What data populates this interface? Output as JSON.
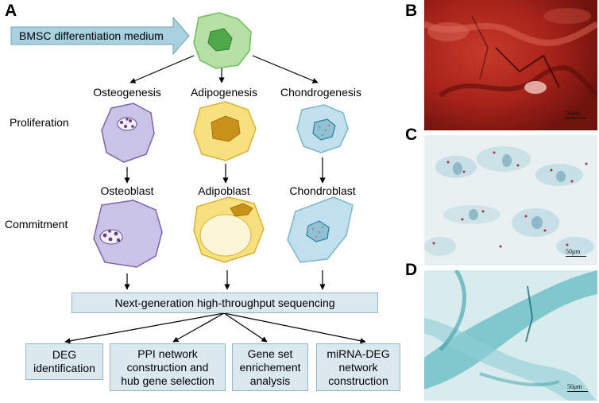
{
  "panels": {
    "a": "A",
    "b": "B",
    "c": "C",
    "d": "D"
  },
  "input_label": "BMSC differentiation medium",
  "lineages": {
    "osteo": {
      "process": "Osteogenesis",
      "stage": "Osteoblast"
    },
    "adipo": {
      "process": "Adipogenesis",
      "stage": "Adipoblast"
    },
    "chondro": {
      "process": "Chondrogenesis",
      "stage": "Chondroblast"
    }
  },
  "row_labels": {
    "proliferation": "Proliferation",
    "commitment": "Commitment"
  },
  "sequencing_label": "Next-generation high-throughput sequencing",
  "analyses": [
    {
      "l1": "DEG",
      "l2": "identification",
      "l3": ""
    },
    {
      "l1": "PPI network",
      "l2": "construction and",
      "l3": "hub gene selection"
    },
    {
      "l1": "Gene set",
      "l2": "enrichement",
      "l3": "analysis"
    },
    {
      "l1": "miRNA-DEG",
      "l2": "network",
      "l3": "construction"
    }
  ],
  "scale_bars": {
    "b": "50μm",
    "c": "50μm",
    "d": "50μm"
  },
  "colors": {
    "arrow_fill": "#a9d0df",
    "box_fill": "#dbe9ef",
    "stem_cell": "#b6dfa6",
    "osteo_cell": "#c9c4e6",
    "adipo_cell": "#f6e07f",
    "chondro_cell": "#bfe0ec"
  }
}
